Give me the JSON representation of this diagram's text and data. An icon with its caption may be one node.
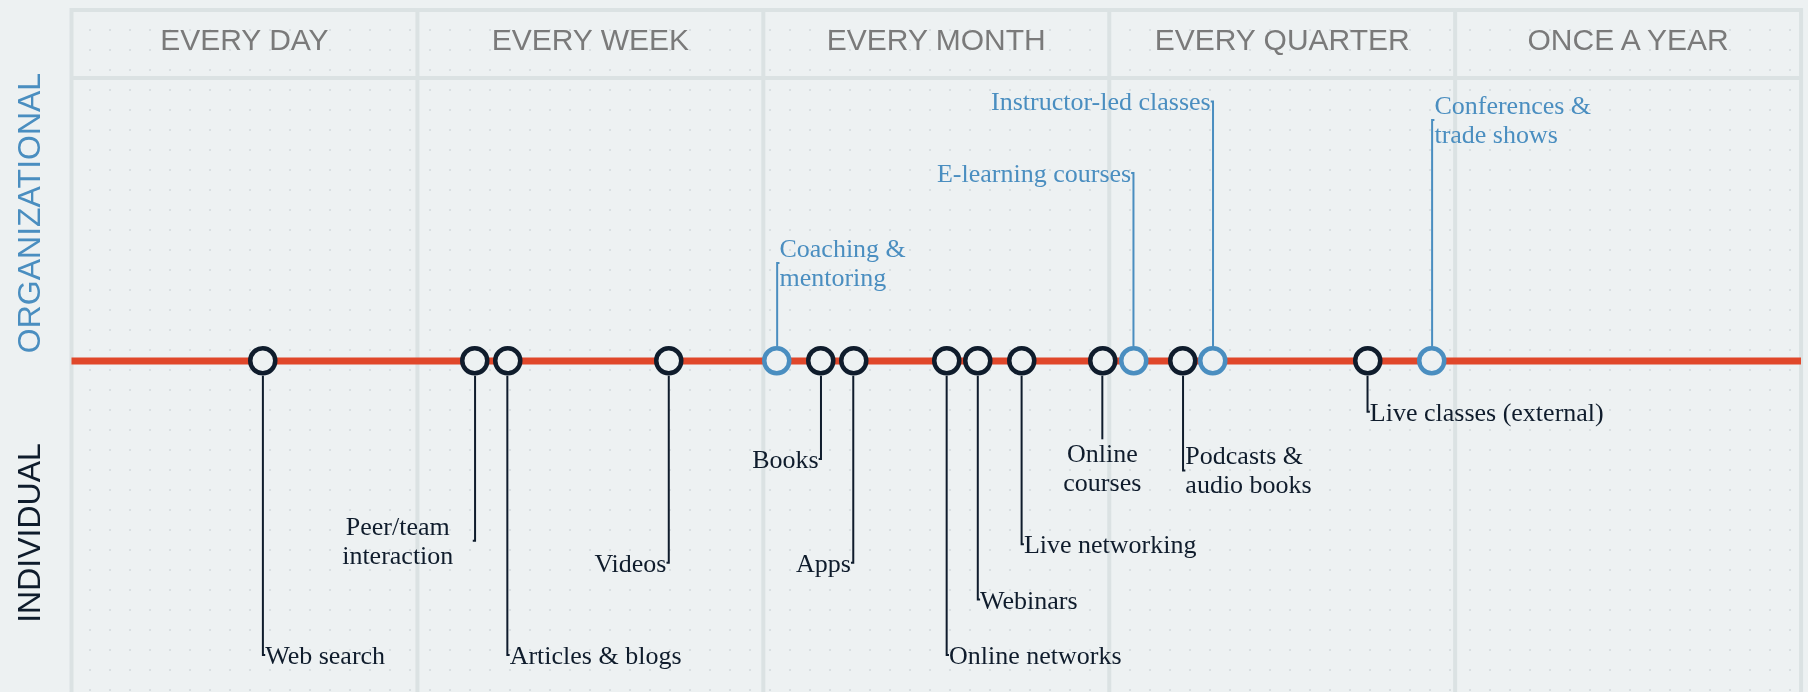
{
  "diagram": {
    "nodes": [
      {
        "text": [],
        "shape": "circle"
      },
      {
        "text": [],
        "shape": "circle"
      },
      {
        "text": [],
        "shape": "circle"
      },
      {
        "text": [],
        "shape": "circle"
      },
      {
        "text": [],
        "shape": "circle"
      },
      {
        "text": [],
        "shape": "circle"
      },
      {
        "text": [],
        "shape": "circle"
      },
      {
        "text": [],
        "shape": "circle"
      },
      {
        "text": [],
        "shape": "circle"
      },
      {
        "text": [],
        "shape": "circle"
      },
      {
        "text": [],
        "shape": "circle"
      },
      {
        "text": [],
        "shape": "circle"
      },
      {
        "text": [],
        "shape": "circle"
      },
      {
        "text": [],
        "shape": "circle"
      },
      {
        "text": [],
        "shape": "circle"
      },
      {
        "text": [],
        "shape": "circle"
      },
      {
        "text": [
          "Instructor-led classes"
        ]
      },
      {
        "text": [
          "Conferences & trade shows"
        ]
      },
      {
        "text": [
          "E-learning courses"
        ]
      },
      {
        "text": [
          "Coaching & mentoring"
        ]
      },
      {
        "text": [
          "Live classes (external)"
        ]
      },
      {
        "text": [
          "Books"
        ]
      },
      {
        "text": [
          "Online courses"
        ]
      },
      {
        "text": [
          "Podcasts & audio books"
        ]
      },
      {
        "text": [
          "Peer/team interaction"
        ]
      },
      {
        "text": [
          "Live networking"
        ]
      },
      {
        "text": [
          "Videos"
        ]
      },
      {
        "text": [
          "Apps"
        ]
      },
      {
        "text": [
          "Webinars"
        ]
      },
      {
        "text": [
          "Web search"
        ]
      },
      {
        "text": [
          "Articles & blogs"
        ]
      },
      {
        "text": [
          "Online networks"
        ]
      }
    ],
    "edges": [
      {
        "from": 16,
        "to": 13,
        "arrow": "none",
        "color": "#4a8ec0"
      },
      {
        "from": 17,
        "to": 15,
        "arrow": "none",
        "color": "#4a8ec0"
      },
      {
        "from": 18,
        "to": 11,
        "arrow": "none",
        "color": "#4a8ec0"
      },
      {
        "from": 19,
        "to": 4,
        "arrow": "none",
        "color": "#4a8ec0"
      },
      {
        "from": 20,
        "to": 14,
        "arrow": "none"
      },
      {
        "from": 21,
        "to": 5,
        "arrow": "none"
      },
      {
        "from": 22,
        "to": 10,
        "arrow": "none"
      },
      {
        "from": 23,
        "to": 12,
        "arrow": "none"
      },
      {
        "from": 24,
        "to": 1,
        "arrow": "none"
      },
      {
        "from": 25,
        "to": 9,
        "arrow": "none"
      },
      {
        "from": 26,
        "to": 3,
        "arrow": "none"
      },
      {
        "from": 27,
        "to": 6,
        "arrow": "none"
      },
      {
        "from": 28,
        "to": 8,
        "arrow": "none"
      },
      {
        "from": 29,
        "to": 0,
        "arrow": "none"
      },
      {
        "from": 30,
        "to": 2,
        "arrow": "none"
      },
      {
        "from": 31,
        "to": 7,
        "arrow": "none"
      }
    ],
    "labels": [
      "EVERY DAY",
      "EVERY WEEK",
      "EVERY MONTH",
      "EVERY QUARTER",
      "ONCE A YEAR",
      "ORGANIZATIONAL",
      "INDIVIDUAL"
    ]
  }
}
